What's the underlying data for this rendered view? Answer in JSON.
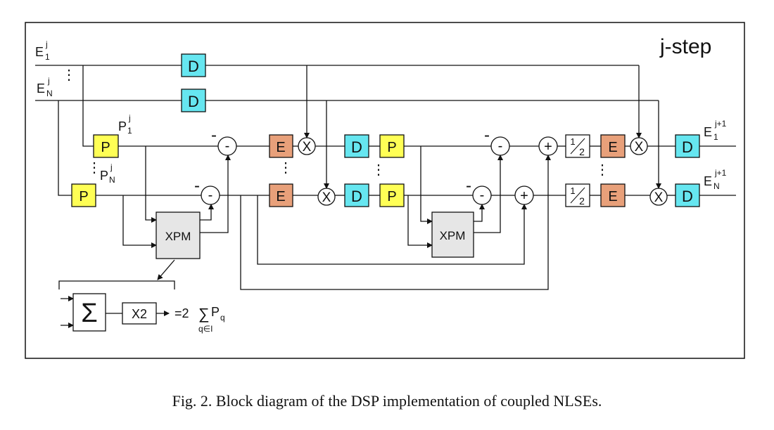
{
  "diagram": {
    "step_label": "j-step",
    "inputs": {
      "e1": "E",
      "e1_sub": "1",
      "e1_sup": "j",
      "en": "E",
      "en_sub": "N",
      "en_sup": "j"
    },
    "outputs": {
      "e1": "E",
      "e1_sub": "1",
      "e1_sup": "j+1",
      "en": "E",
      "en_sub": "N",
      "en_sup": "j+1"
    },
    "powers": {
      "p1": "P",
      "p1_sub": "1",
      "p1_sup": "j",
      "pn": "P",
      "pn_sub": "N",
      "pn_sup": "j"
    },
    "blocks": {
      "delay": "D",
      "power": "P",
      "exp": "E",
      "xpm": "XPM",
      "sum": "Σ",
      "x2": "X2",
      "half_num": "1",
      "half_den": "2"
    },
    "operators": {
      "multiply": "X",
      "minus": "-",
      "plus": "+"
    },
    "ellipsis": "⋮",
    "formula": {
      "prefix": "=2",
      "sum_sym": "∑",
      "term": "P",
      "term_sub": "q",
      "under": "q∈I"
    },
    "colors": {
      "delay": "#66e6f0",
      "power": "#ffff55",
      "exp": "#e8a07a",
      "xpm": "#e6e6e6",
      "line": "#111111"
    }
  },
  "caption": "Fig. 2. Block diagram of the DSP implementation of coupled NLSEs."
}
